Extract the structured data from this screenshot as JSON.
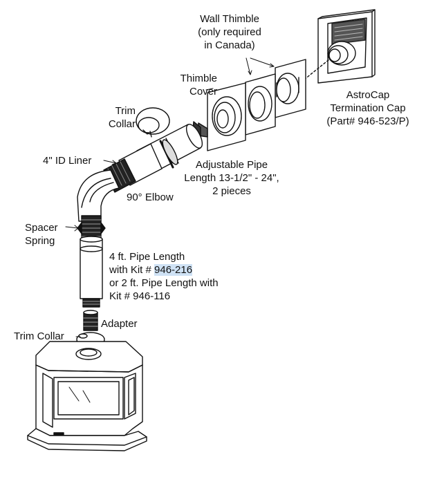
{
  "labels": {
    "wall_thimble": [
      "Wall Thimble",
      "(only required",
      "in Canada)"
    ],
    "thimble_cover": [
      "Thimble",
      "Cover"
    ],
    "astrocap": [
      "AstroCap",
      "Termination Cap",
      "(Part# 946-523/P)"
    ],
    "trim_collar_top": [
      "Trim",
      "Collar"
    ],
    "liner": "4\" ID Liner",
    "adjustable_pipe": [
      "Adjustable Pipe",
      "Length 13-1/2\" - 24\",",
      "2 pieces"
    ],
    "elbow": "90° Elbow",
    "spacer_spring": [
      "Spacer",
      "Spring"
    ],
    "pipe_length": {
      "line1": "4 ft. Pipe Length",
      "line2_prefix": "with Kit # ",
      "line2_highlight": "946-216",
      "line3": "or 2 ft. Pipe Length with",
      "line4": "Kit # 946-116"
    },
    "adapter": "Adapter",
    "trim_collar_bottom": "Trim Collar"
  }
}
